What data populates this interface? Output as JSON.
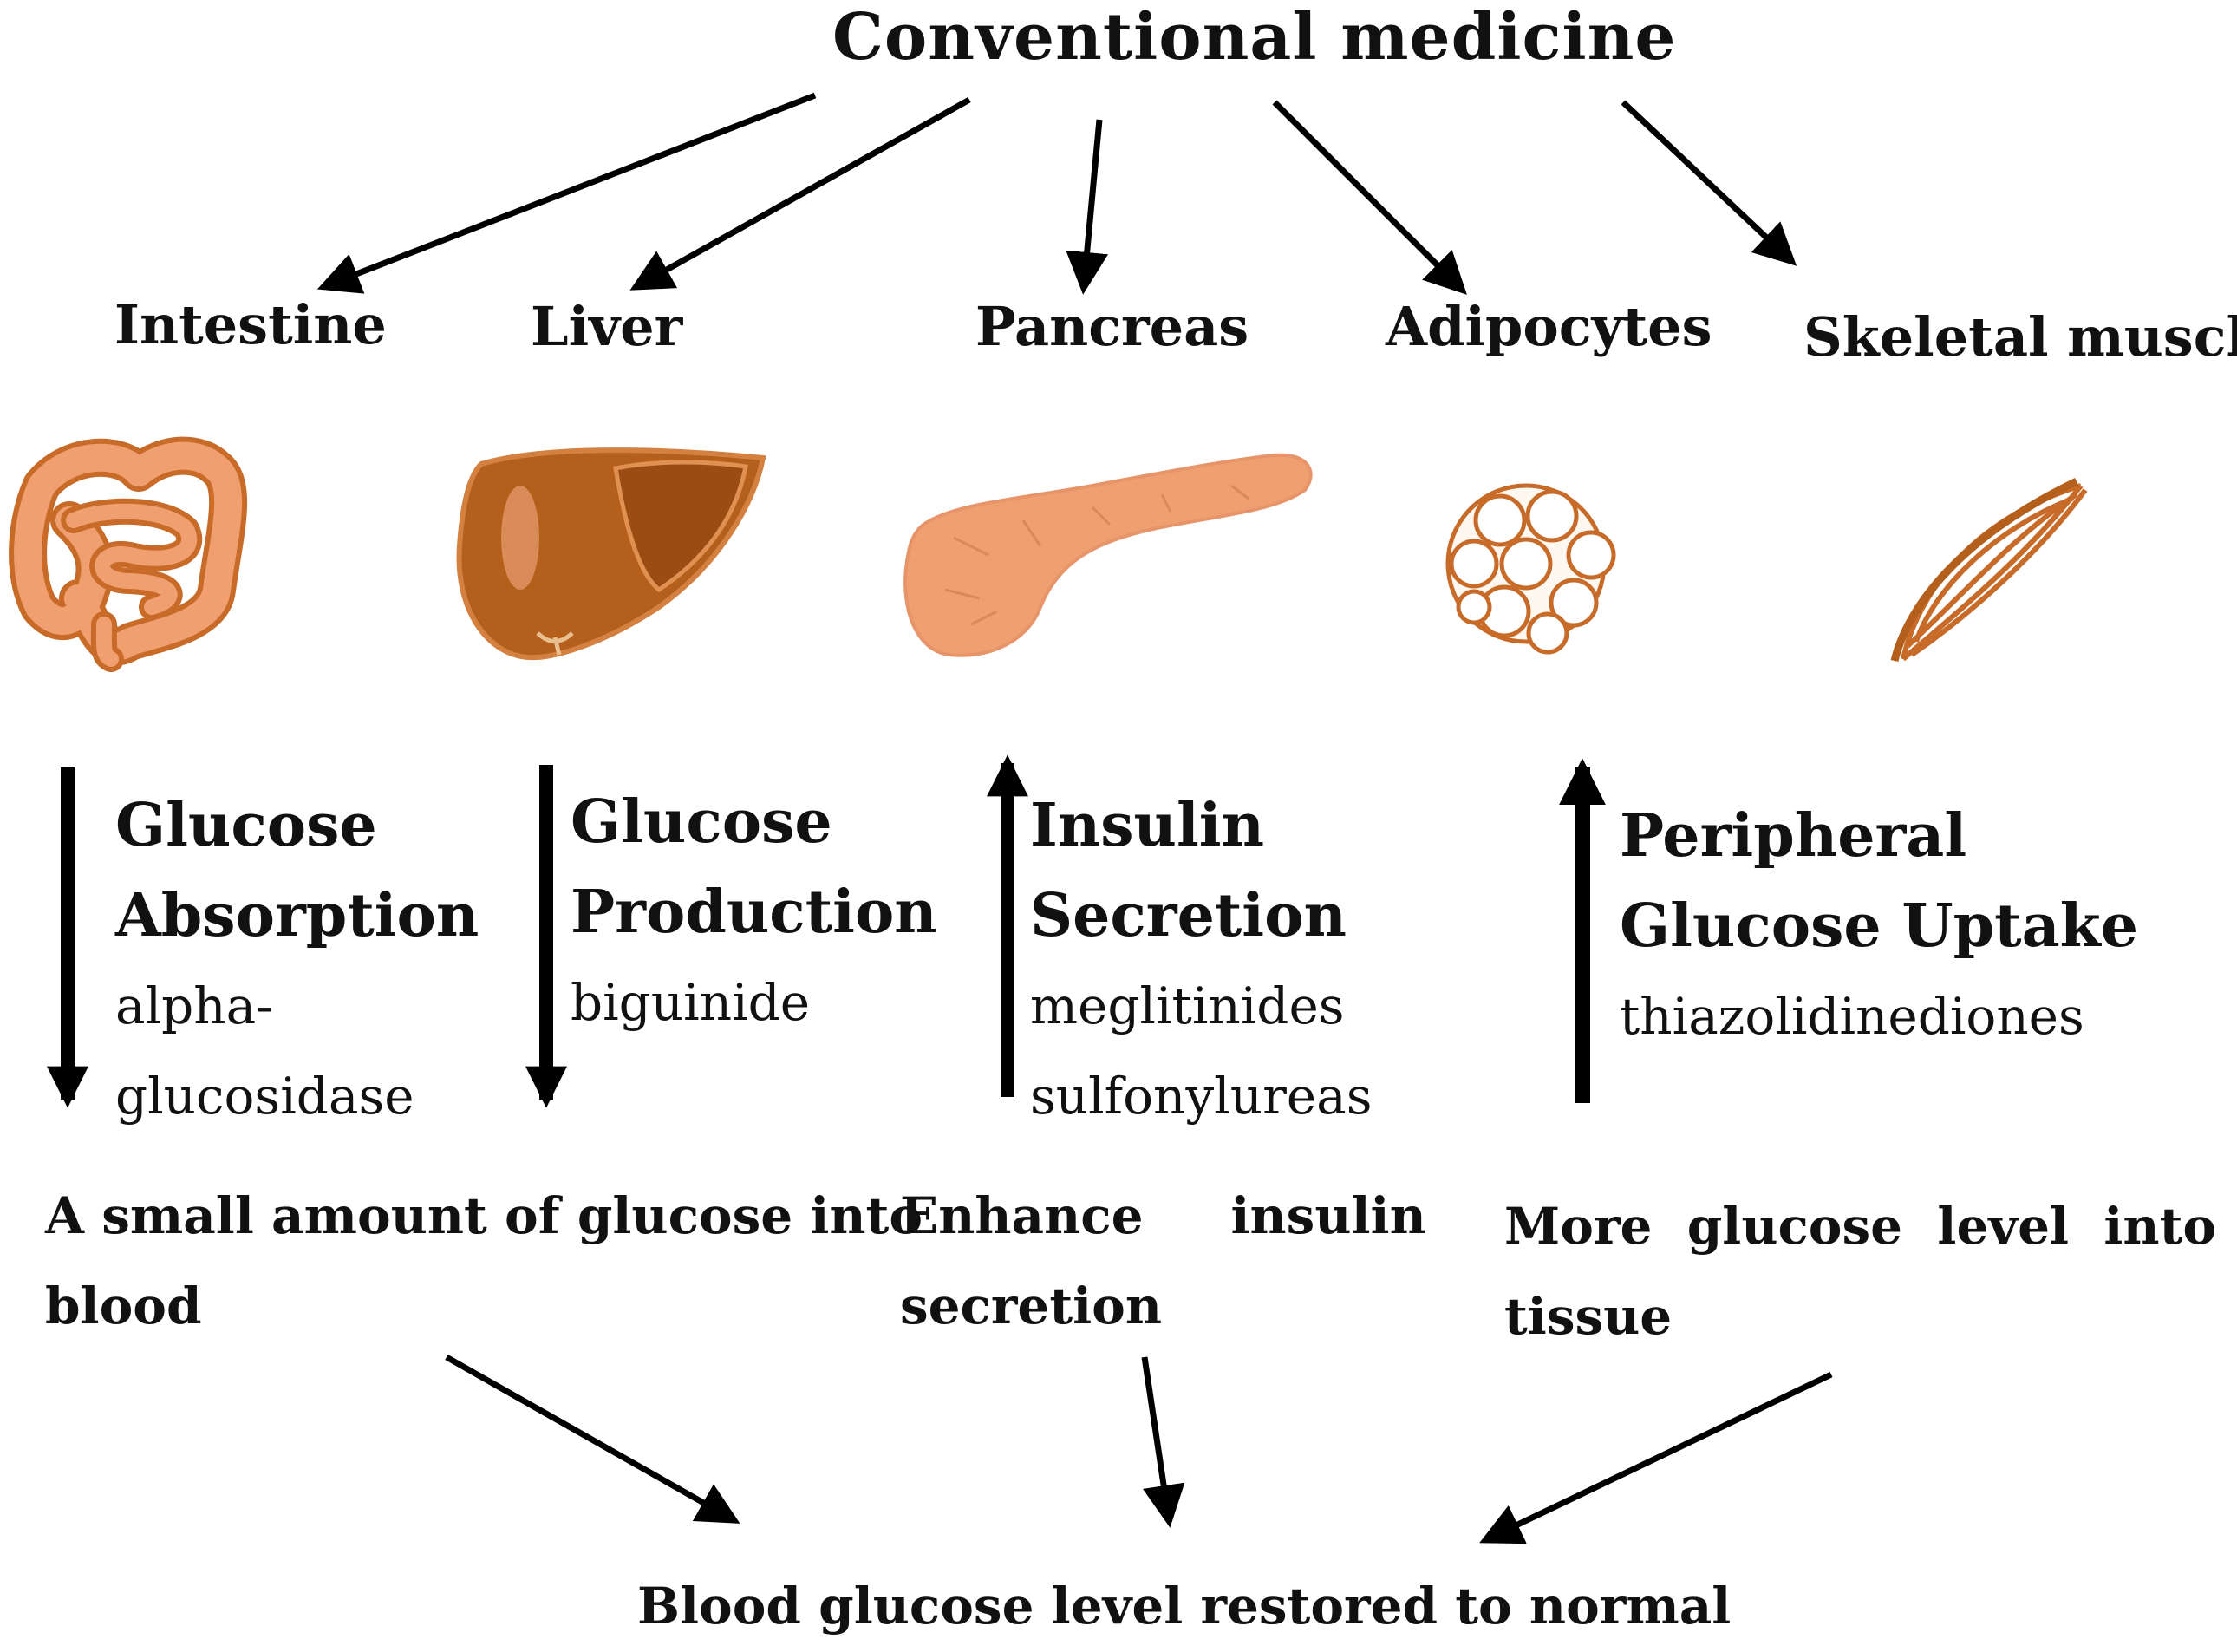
{
  "title": "Conventional  medicine",
  "organs": [
    {
      "label": "Intestine"
    },
    {
      "label": "Liver"
    },
    {
      "label": "Pancreas"
    },
    {
      "label": "Adipocytes"
    },
    {
      "label": "Skeletal muscle"
    }
  ],
  "effects": [
    {
      "heading_1": "Glucose",
      "heading_2": "Absorption",
      "drug_1": "alpha-",
      "drug_2": "glucosidase",
      "direction": "down"
    },
    {
      "heading_1": "Glucose",
      "heading_2": "Production",
      "drug_1": "biguinide",
      "direction": "down"
    },
    {
      "heading_1": "Insulin",
      "heading_2": "Secretion",
      "drug_1": "meglitinides",
      "drug_2": "sulfonylureas",
      "direction": "up"
    },
    {
      "heading_1": "Peripheral",
      "heading_2": "Glucose Uptake",
      "drug_1": "thiazolidinediones",
      "direction": "up"
    }
  ],
  "outcomes": [
    {
      "line_1": "A small amount of glucose into",
      "line_2": "blood"
    },
    {
      "line_1": "Enhance     insulin",
      "line_2": "secretion"
    },
    {
      "line_1": "More  glucose  level  into",
      "line_2": "tissue"
    }
  ],
  "final": "Blood glucose level restored to normal",
  "colors": {
    "organ_fill": "#b4601c",
    "organ_light": "#f0a070",
    "organ_stroke": "#c86a28",
    "text": "#111111"
  }
}
